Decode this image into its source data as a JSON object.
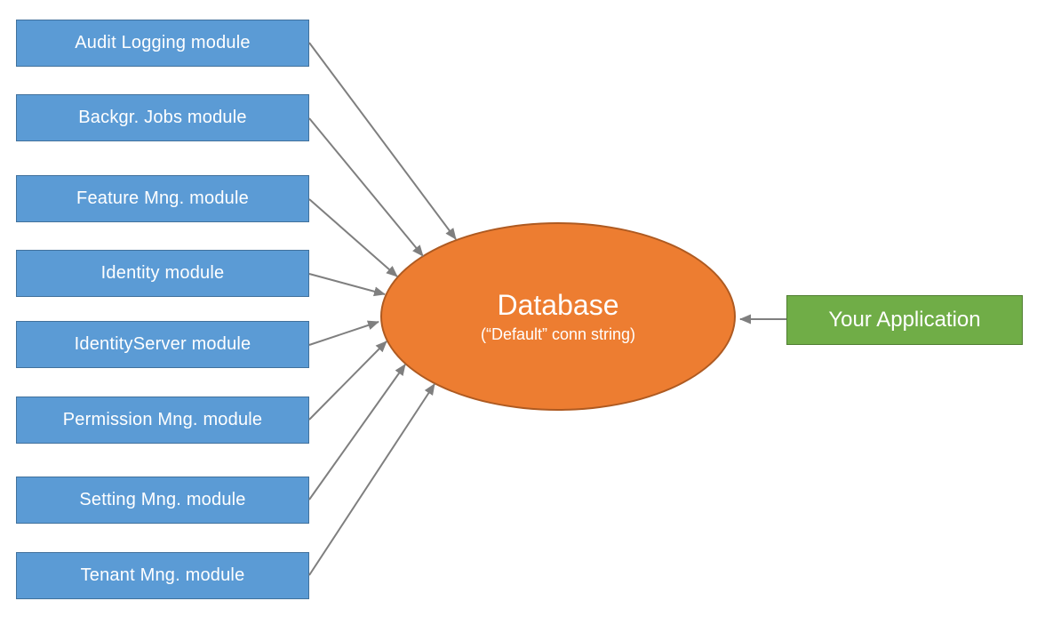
{
  "diagram": {
    "modules": [
      "Audit Logging module",
      "Backgr. Jobs module",
      "Feature Mng. module",
      "Identity module",
      "IdentityServer module",
      "Permission Mng. module",
      "Setting Mng. module",
      "Tenant Mng. module"
    ],
    "database": {
      "title": "Database",
      "subtitle": "(“Default” conn string)"
    },
    "application": {
      "label": "Your Application"
    },
    "colors": {
      "module_fill": "#5B9BD5",
      "module_border": "#41719C",
      "database_fill": "#ED7D31",
      "database_border": "#AE5A21",
      "application_fill": "#70AD47",
      "application_border": "#507E32",
      "arrow": "#7F7F7F",
      "text": "#FFFFFF"
    }
  }
}
